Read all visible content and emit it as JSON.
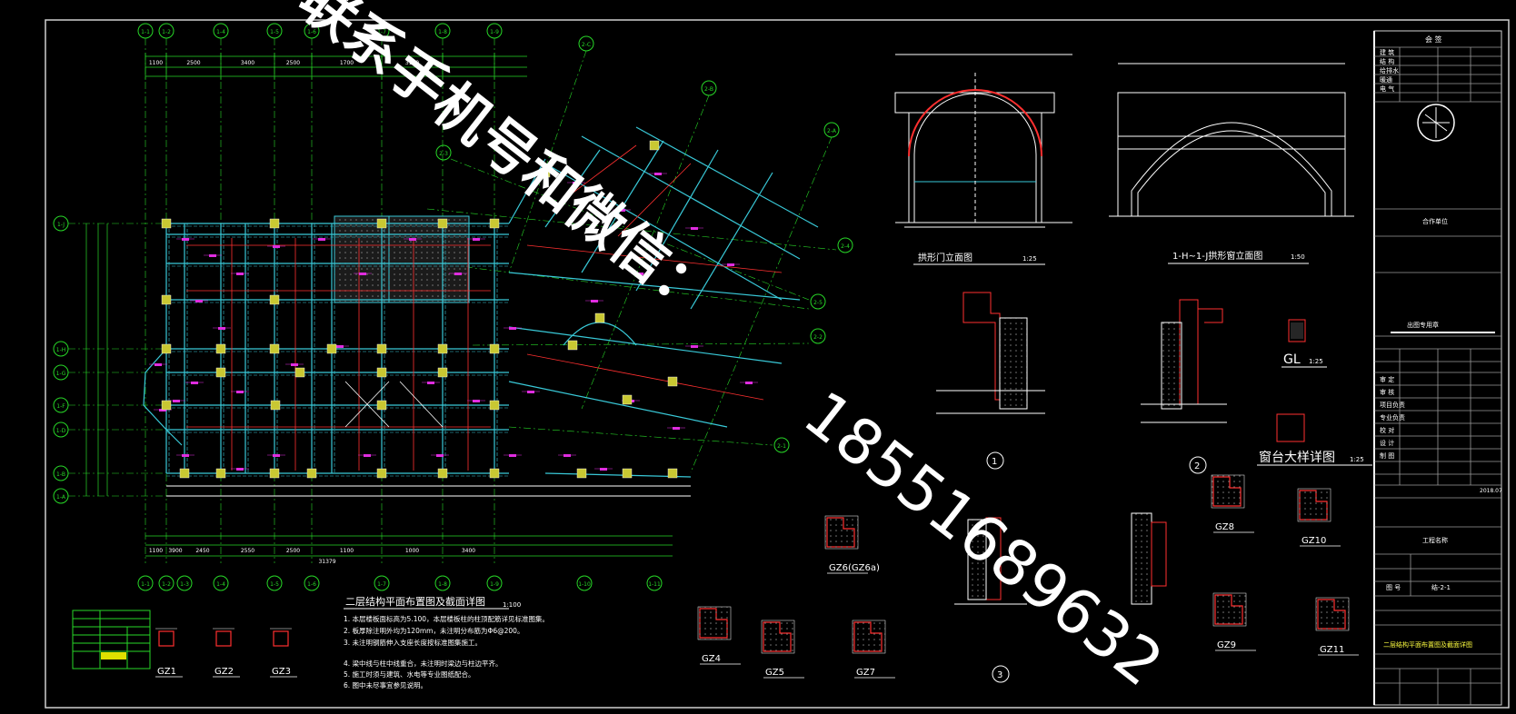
{
  "plan": {
    "title": "二层结构平面布置图及截面详图",
    "scale": "1:100",
    "axes_top": [
      "1-1",
      "1-2",
      "1-4",
      "1-5",
      "1-6",
      "1-7",
      "1-8",
      "1-9"
    ],
    "axes_bottom": [
      "1-1",
      "1-2",
      "1-3",
      "1-4",
      "1-5",
      "1-6",
      "1-7",
      "1-8",
      "1-9",
      "1-10",
      "1-11"
    ],
    "axes_left": [
      "1-J",
      "1-H",
      "1-G",
      "1-F",
      "1-D",
      "1-B",
      "1-A"
    ],
    "axes_oblique": [
      "2-C",
      "2-B",
      "2-A",
      "2-3",
      "2-4",
      "2-5",
      "2-2",
      "2-1"
    ],
    "dims_top": [
      "1100",
      "2500",
      "3400",
      "2500",
      "1700",
      "3100"
    ],
    "dims_bottom": [
      "1100",
      "3900",
      "2450",
      "2550",
      "2500",
      "1100",
      "1000",
      "3400"
    ],
    "total_bottom": "31379",
    "notes": [
      "1. 本层楼板面标高为5.100，本层楼板柱的柱顶配筋详见标准图集。",
      "2. 板厚除注明外均为120mm，未注明分布筋为Φ6@200。",
      "3. 未注明钢筋伸入支座长度按标准图集施工。",
      "4. 梁中线与柱中线重合，未注明时梁边与柱边平齐。",
      "5. 施工时须与建筑、水电等专业图纸配合。",
      "6. 图中未尽事宜参见说明。"
    ]
  },
  "watermark": {
    "line1": "联系手机号和微信：",
    "line2": "18551689632"
  },
  "details": {
    "arch_elev_1": {
      "title": "拱形门立面图",
      "scale": "1:25"
    },
    "arch_elev_2": {
      "title": "1-H~1-J拱形窗立面图",
      "scale": "1:50"
    },
    "window_detail": {
      "title": "窗台大样详图",
      "scale": "1:25"
    },
    "gl": {
      "title": "GL",
      "scale": "1:25"
    },
    "circle_labels": [
      "1",
      "2",
      "3"
    ],
    "gz": [
      "GZ1",
      "GZ2",
      "GZ3",
      "GZ4",
      "GZ5",
      "GZ7",
      "GZ6(GZ6a)",
      "GZ8",
      "GZ9",
      "GZ10",
      "GZ11"
    ]
  },
  "title_block": {
    "head": "会 签",
    "rows_top": [
      "建 筑",
      "结 构",
      "给排水",
      "暖通",
      "电 气"
    ],
    "design_unit_label": "合作单位",
    "stamp_label": "出图专用章",
    "roles": [
      "审 定",
      "审 核",
      "项目负责",
      "专业负责",
      "校 对",
      "设 计",
      "制 图"
    ],
    "date": "2018.07",
    "drawing_title": "二层结构平面布置图及截面详图",
    "project_label": "工程名称",
    "sheet_no_label": "图 号",
    "sheet_no": "结-2-1"
  },
  "colors": {
    "background": "#000000",
    "column": "#c9c832",
    "beam_cyan": "#39c9d8",
    "rebar_magenta": "#e02de0",
    "grid_green": "#27d727",
    "red": "#ff3030",
    "white": "#ffffff"
  }
}
